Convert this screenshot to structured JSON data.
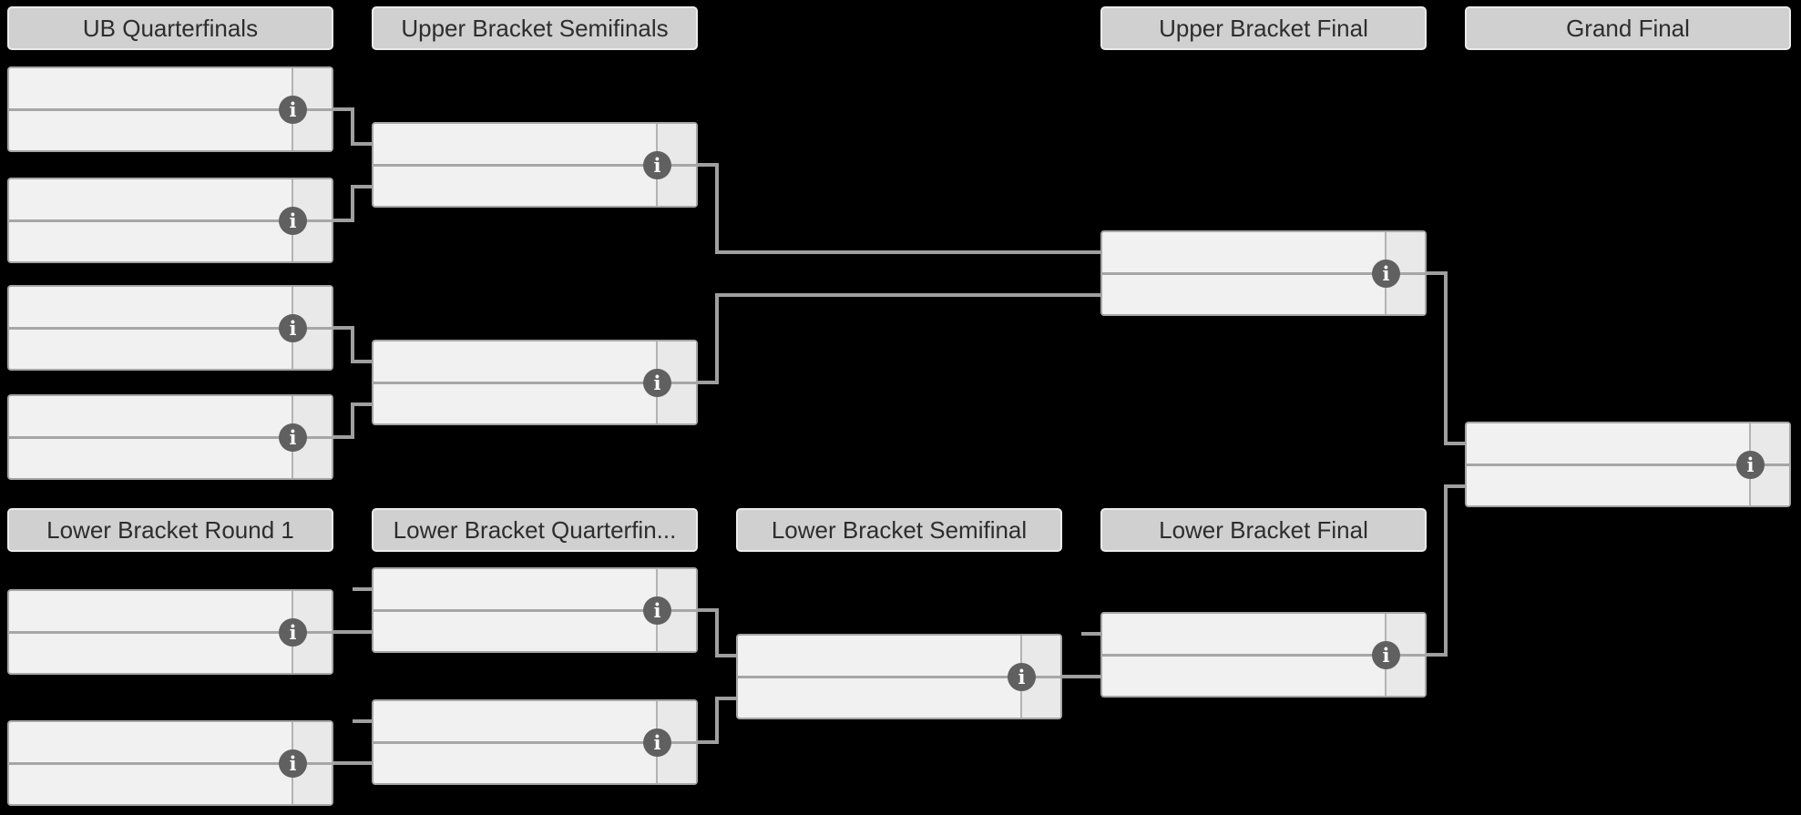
{
  "page": {
    "type": "double-elimination-tournament-bracket",
    "background": "#000000"
  },
  "colors": {
    "header_bg": "#d0d0d0",
    "header_border": "#ebebeb",
    "header_text": "#2d2d2d",
    "match_bg": "#f1f1f1",
    "score_column_bg": "#e9e9e9",
    "box_border": "#a6a6a6",
    "connector_line": "#9f9f9f",
    "info_icon_bg": "#606060",
    "info_icon_glyph": "#ffffff"
  },
  "icons": {
    "info_glyph": "i"
  },
  "headers": {
    "upper": [
      {
        "label": "UB Quarterfinals"
      },
      {
        "label": "Upper Bracket Semifinals"
      },
      {
        "label": "Upper Bracket Final"
      },
      {
        "label": "Grand Final"
      }
    ],
    "lower": [
      {
        "label": "Lower Bracket Round 1"
      },
      {
        "label": "Lower Bracket Quarterfin..."
      },
      {
        "label": "Lower Bracket Semifinal"
      },
      {
        "label": "Lower Bracket Final"
      }
    ]
  },
  "matches": [
    {
      "id": "ub-qf-1",
      "round": "UB Quarterfinals",
      "slots": [
        {
          "name": "",
          "score": ""
        },
        {
          "name": "",
          "score": ""
        }
      ]
    },
    {
      "id": "ub-qf-2",
      "round": "UB Quarterfinals",
      "slots": [
        {
          "name": "",
          "score": ""
        },
        {
          "name": "",
          "score": ""
        }
      ]
    },
    {
      "id": "ub-qf-3",
      "round": "UB Quarterfinals",
      "slots": [
        {
          "name": "",
          "score": ""
        },
        {
          "name": "",
          "score": ""
        }
      ]
    },
    {
      "id": "ub-qf-4",
      "round": "UB Quarterfinals",
      "slots": [
        {
          "name": "",
          "score": ""
        },
        {
          "name": "",
          "score": ""
        }
      ]
    },
    {
      "id": "ub-sf-1",
      "round": "Upper Bracket Semifinals",
      "slots": [
        {
          "name": "",
          "score": ""
        },
        {
          "name": "",
          "score": ""
        }
      ]
    },
    {
      "id": "ub-sf-2",
      "round": "Upper Bracket Semifinals",
      "slots": [
        {
          "name": "",
          "score": ""
        },
        {
          "name": "",
          "score": ""
        }
      ]
    },
    {
      "id": "ub-final",
      "round": "Upper Bracket Final",
      "slots": [
        {
          "name": "",
          "score": ""
        },
        {
          "name": "",
          "score": ""
        }
      ]
    },
    {
      "id": "grand-final",
      "round": "Grand Final",
      "slots": [
        {
          "name": "",
          "score": ""
        },
        {
          "name": "",
          "score": ""
        }
      ]
    },
    {
      "id": "lb-r1-1",
      "round": "Lower Bracket Round 1",
      "slots": [
        {
          "name": "",
          "score": ""
        },
        {
          "name": "",
          "score": ""
        }
      ]
    },
    {
      "id": "lb-r1-2",
      "round": "Lower Bracket Round 1",
      "slots": [
        {
          "name": "",
          "score": ""
        },
        {
          "name": "",
          "score": ""
        }
      ]
    },
    {
      "id": "lb-qf-1",
      "round": "Lower Bracket Quarterfin...",
      "slots": [
        {
          "name": "",
          "score": ""
        },
        {
          "name": "",
          "score": ""
        }
      ]
    },
    {
      "id": "lb-qf-2",
      "round": "Lower Bracket Quarterfin...",
      "slots": [
        {
          "name": "",
          "score": ""
        },
        {
          "name": "",
          "score": ""
        }
      ]
    },
    {
      "id": "lb-sf",
      "round": "Lower Bracket Semifinal",
      "slots": [
        {
          "name": "",
          "score": ""
        },
        {
          "name": "",
          "score": ""
        }
      ]
    },
    {
      "id": "lb-final",
      "round": "Lower Bracket Final",
      "slots": [
        {
          "name": "",
          "score": ""
        },
        {
          "name": "",
          "score": ""
        }
      ]
    }
  ]
}
